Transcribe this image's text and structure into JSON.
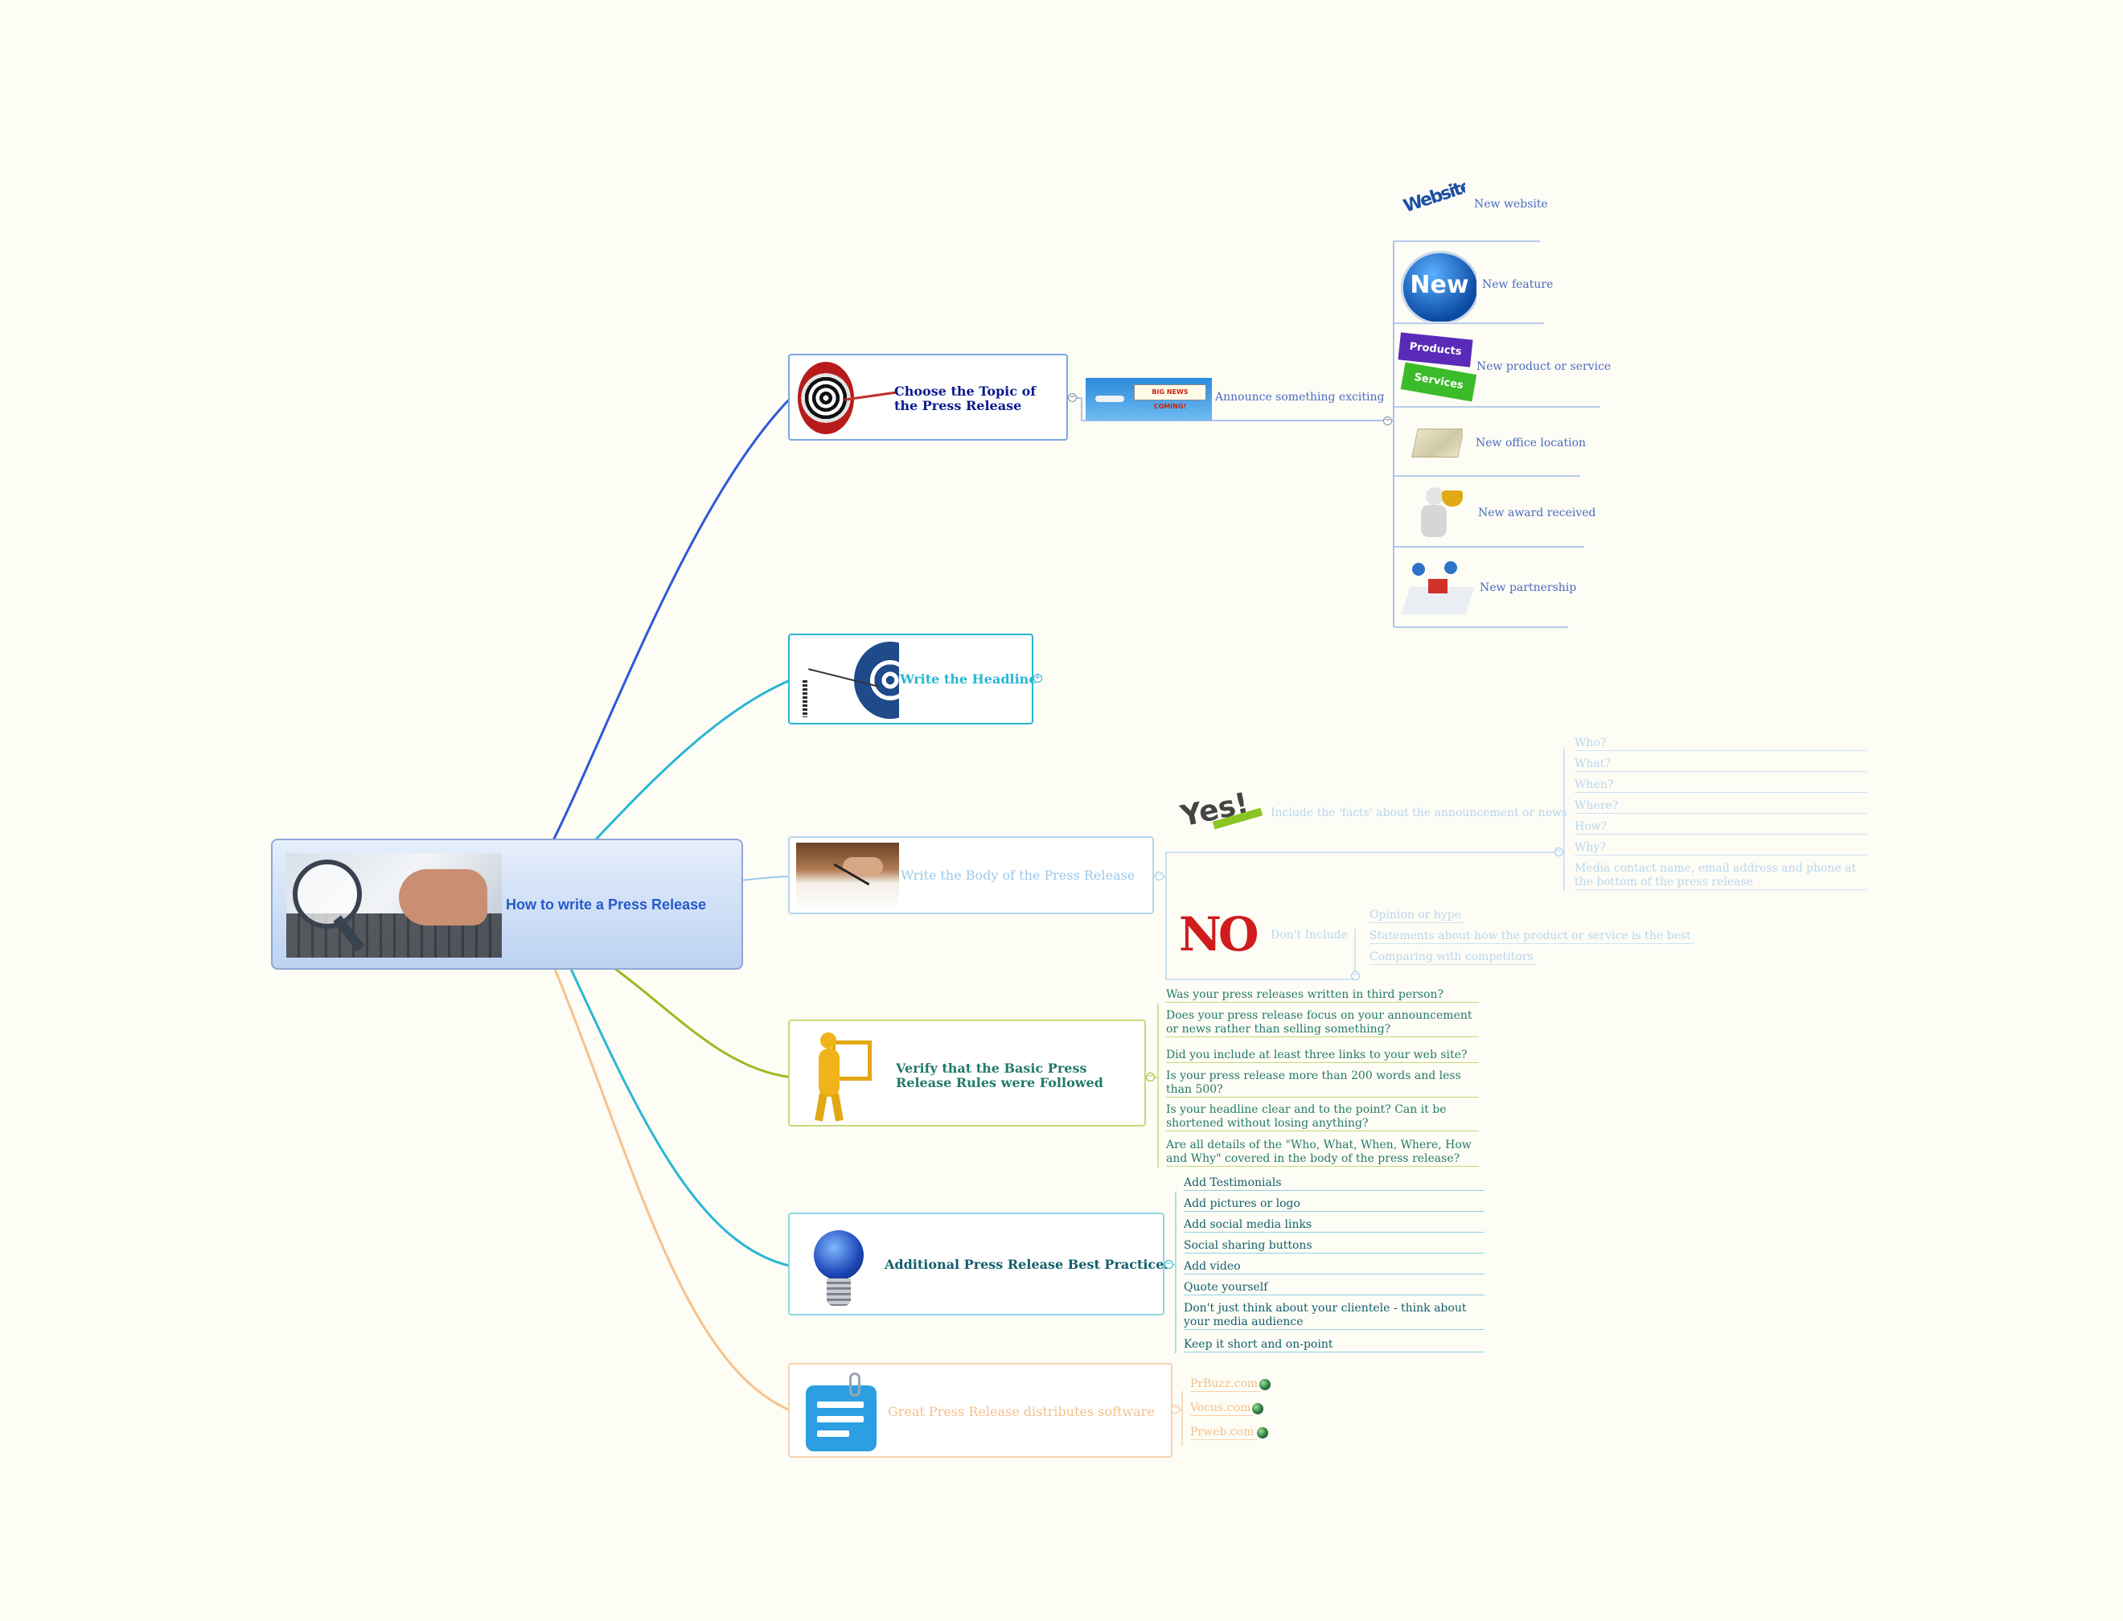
{
  "colors": {
    "background": "#fdfcf5",
    "topic": "#2f58d8",
    "headline": "#28b6d4",
    "body": "#9cc8ea",
    "verify": "#99bb22",
    "practices": "#2bb7d4",
    "software": "#f6c28e"
  },
  "central": {
    "label": "How to write a Press Release",
    "icon": "laptop-magnifier-icon"
  },
  "branches": {
    "topic": {
      "label": "Choose the Topic of the Press Release",
      "icon": "dartboard-icon"
    },
    "headline": {
      "label": "Write the Headline",
      "icon": "arrow-target-icon"
    },
    "body": {
      "label": "Write the Body of the Press Release",
      "icon": "writing-hand-icon"
    },
    "verify": {
      "label": "Verify that the Basic Press Release Rules were Followed",
      "icon": "figure-checkbox-icon"
    },
    "practices": {
      "label": "Additional Press Release Best Practices",
      "icon": "lightbulb-globe-icon"
    },
    "software": {
      "label": "Great Press Release distributes software",
      "icon": "notepad-icon"
    }
  },
  "topic_tree": {
    "announce": {
      "label": "Announce something exciting",
      "icon": "airplane-banner-icon",
      "banner_text": "BIG NEWS COMING!"
    },
    "items": [
      {
        "label": "New website",
        "icon": "website-letters-icon",
        "icon_text": "Website"
      },
      {
        "label": "New feature",
        "icon": "new-badge-icon",
        "icon_text": "New"
      },
      {
        "label": "New product or service",
        "icon": "products-services-icon",
        "icon_text_a": "Products",
        "icon_text_b": "Services"
      },
      {
        "label": "New office location",
        "icon": "map-icon"
      },
      {
        "label": "New award received",
        "icon": "trophy-figure-icon"
      },
      {
        "label": "New partnership",
        "icon": "puzzle-figures-icon"
      }
    ]
  },
  "body_tree": {
    "include": {
      "label": "Include the 'facts' about the announcement or news",
      "icon": "yes-icon",
      "icon_text": "Yes!",
      "items": [
        "Who?",
        "What?",
        "When?",
        "Where?",
        "How?",
        "Why?",
        "Media contact name, email address and phone at the bottom of  the press release"
      ]
    },
    "exclude": {
      "label": "Don't Include",
      "icon": "no-icon",
      "icon_text": "NO",
      "items": [
        "Opinion or hype",
        "Statements about how the product or service is the best",
        "Comparing with competitors"
      ]
    }
  },
  "verify_items": [
    "Was your press releases written in third person?",
    "Does your press release focus on your announcement or news rather than selling something?",
    "Did you include at least three links to your web site?",
    "Is your press release more than 200 words and less than 500?",
    "Is your headline clear and to the point? Can it be shortened without losing anything?",
    "Are all details of  the \"Who, What, When, Where, How and Why\" covered in the body of  the press release?"
  ],
  "practice_items": [
    "Add Testimonials",
    "Add pictures or logo",
    "Add social media links",
    "Social sharing buttons",
    "Add video",
    "Quote yourself",
    "Don't just think about your clientele - think about your media audience",
    "Keep it short and on-point"
  ],
  "software_items": [
    {
      "label": "PrBuzz.com",
      "icon": "web-link-globe-icon"
    },
    {
      "label": "Vocus.com",
      "icon": "web-link-globe-icon"
    },
    {
      "label": "Prweb.com",
      "icon": "web-link-globe-icon"
    }
  ]
}
